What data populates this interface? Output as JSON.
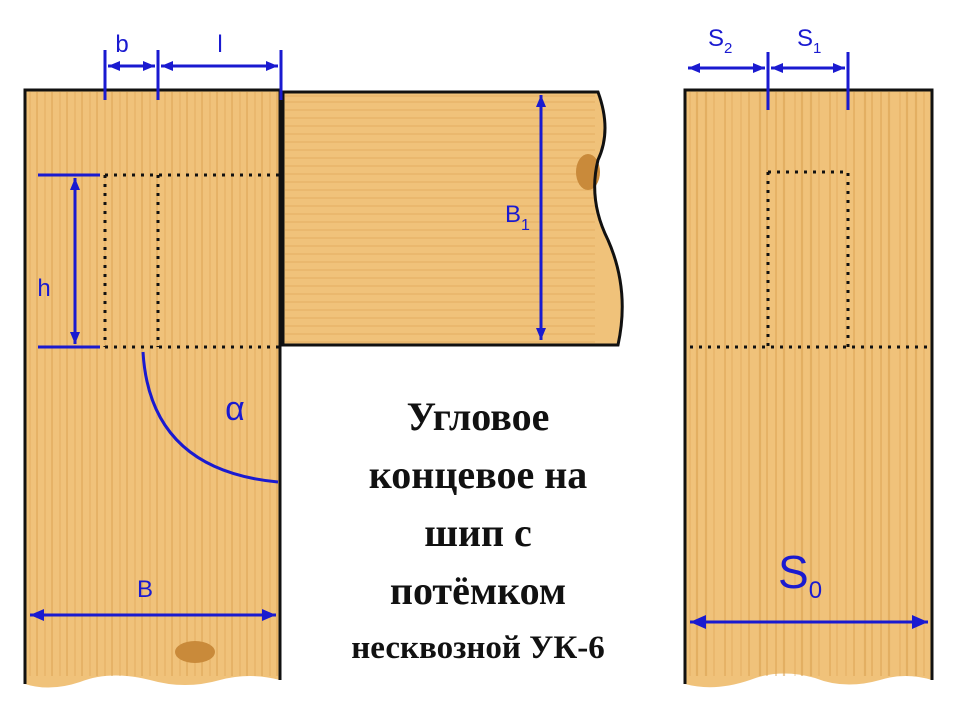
{
  "labels": {
    "b": "b",
    "l": "l",
    "h": "h",
    "B": "B",
    "B1_main": "B",
    "B1_sub": "1",
    "alpha": "α",
    "S2_main": "S",
    "S2_sub": "2",
    "S1_main": "S",
    "S1_sub": "1",
    "S0_main": "S",
    "S0_sub": "0"
  },
  "title": {
    "line1": "Угловое",
    "line2": "концевое на",
    "line3": "шип с",
    "line4": "потёмком",
    "line5": "несквозной УК-6"
  },
  "colors": {
    "wood": "#f0c27a",
    "grain": "#d9a050",
    "dimension": "#1a1ad0",
    "outline": "#111111"
  }
}
